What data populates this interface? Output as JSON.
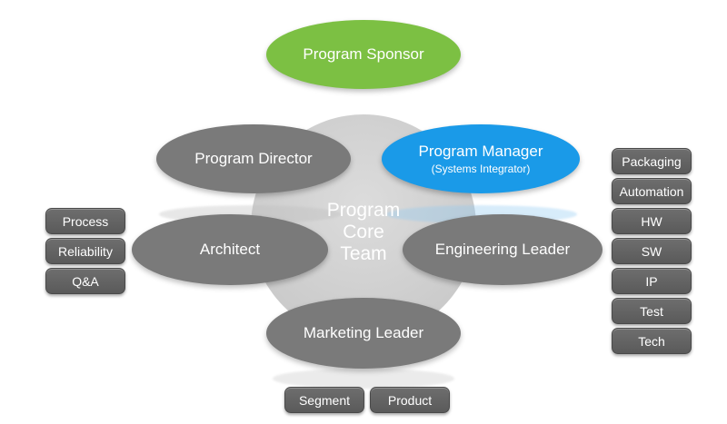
{
  "colors": {
    "sponsor": "#7cc043",
    "manager": "#1a9ae8",
    "gray_oval": "#7a7a7a",
    "core": "#d3d3d3",
    "pill": "#606060"
  },
  "core": {
    "lines": [
      "Program",
      "Core",
      "Team"
    ]
  },
  "sponsor": {
    "label": "Program Sponsor"
  },
  "director": {
    "label": "Program Director"
  },
  "manager": {
    "label": "Program Manager",
    "sublabel": "(Systems Integrator)"
  },
  "architect": {
    "label": "Architect"
  },
  "engineering": {
    "label": "Engineering Leader"
  },
  "marketing": {
    "label": "Marketing Leader"
  },
  "left_pills": [
    "Process",
    "Reliability",
    "Q&A"
  ],
  "right_pills": [
    "Packaging",
    "Automation",
    "HW",
    "SW",
    "IP",
    "Test",
    "Tech"
  ],
  "bottom_pills": [
    "Segment",
    "Product"
  ]
}
